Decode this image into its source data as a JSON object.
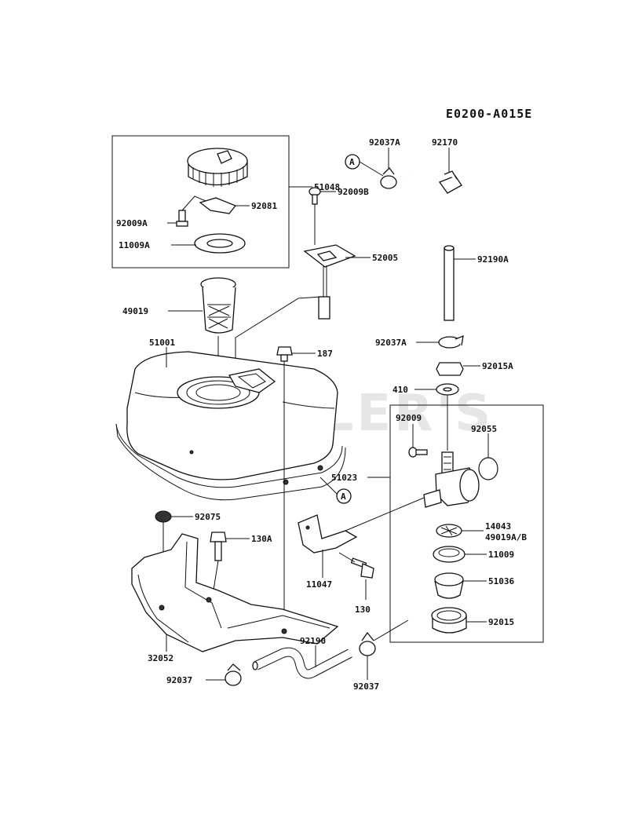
{
  "diagram_code": "E0200-A015E",
  "watermark": "CUTLER'S",
  "callout_letter": "A",
  "labels": {
    "p51048": "51048",
    "p92081": "92081",
    "p92009A": "92009A",
    "p11009A": "11009A",
    "p92037A_top": "92037A",
    "p92170": "92170",
    "p92009B": "92009B",
    "p52005": "52005",
    "p92190A": "92190A",
    "p49019": "49019",
    "p51001": "51001",
    "p187": "187",
    "p92037A_mid": "92037A",
    "p92015A": "92015A",
    "p410": "410",
    "p92009": "92009",
    "p92055": "92055",
    "p51023": "51023",
    "p92075": "92075",
    "p130A": "130A",
    "p14043": "14043",
    "p49019AB": "49019A/B",
    "p11009": "11009",
    "p51036": "51036",
    "p11047": "11047",
    "p130": "130",
    "p92015": "92015",
    "p32052": "32052",
    "p92190": "92190",
    "p92037_left": "92037",
    "p92037_right": "92037"
  }
}
